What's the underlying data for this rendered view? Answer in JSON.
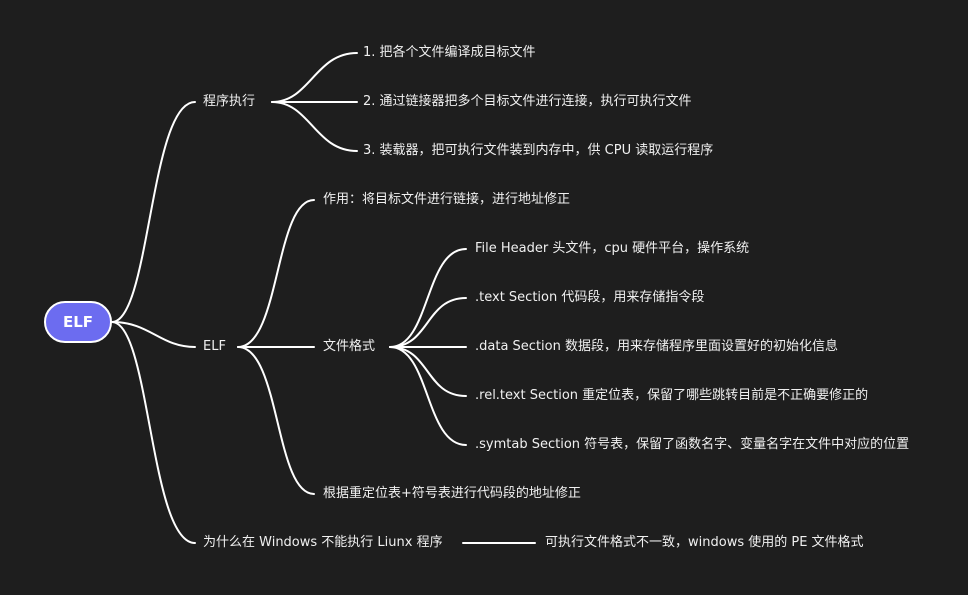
{
  "root": {
    "label": "ELF"
  },
  "branches": {
    "execution": {
      "label": "程序执行",
      "steps": [
        "1. 把各个文件编译成目标文件",
        "2. 通过链接器把多个目标文件进行连接，执行可执行文件",
        "3. 装载器，把可执行文件装到内存中，供 CPU 读取运行程序"
      ]
    },
    "elf": {
      "label": "ELF",
      "purpose": "作用：将目标文件进行链接，进行地址修正",
      "format": {
        "label": "文件格式",
        "items": [
          "File Header 头文件，cpu 硬件平台，操作系统",
          ".text Section 代码段，用来存储指令段",
          ".data Section 数据段，用来存储程序里面设置好的初始化信息",
          ".rel.text Section 重定位表，保留了哪些跳转目前是不正确要修正的",
          ".symtab Section 符号表，保留了函数名字、变量名字在文件中对应的位置"
        ]
      },
      "fix": "根据重定位表+符号表进行代码段的地址修正"
    },
    "windows": {
      "label": "为什么在 Windows 不能执行 Liunx 程序",
      "answer": "可执行文件格式不一致，windows 使用的 PE 文件格式"
    }
  },
  "colors": {
    "background": "#1e1e1e",
    "root_fill": "#6c6cf0",
    "line": "#ffffff",
    "text": "#f0f0f0"
  }
}
